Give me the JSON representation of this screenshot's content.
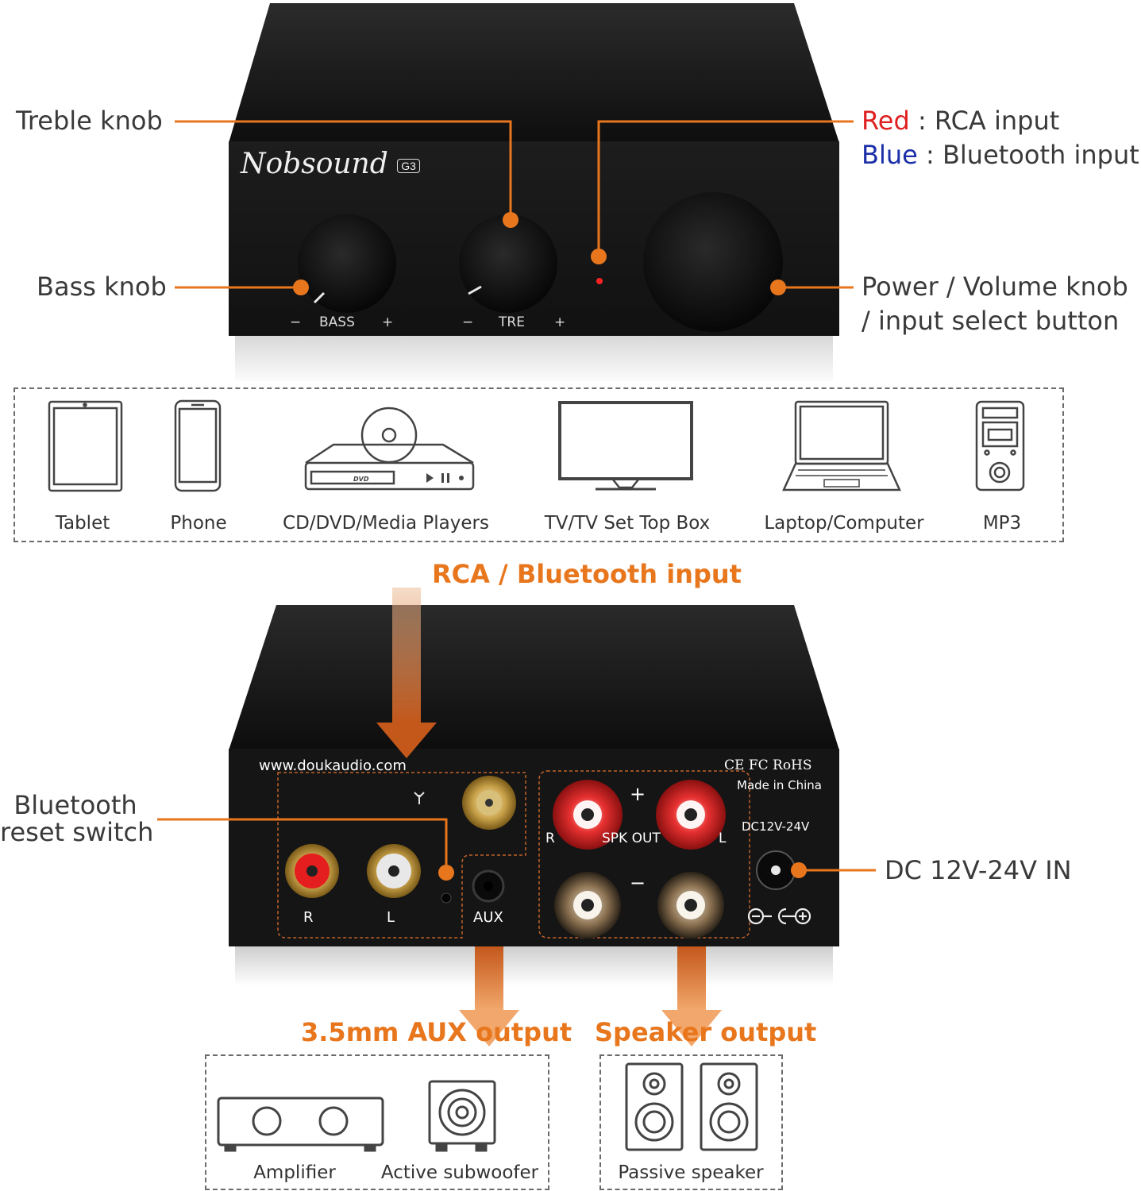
{
  "front_panel": {
    "brand": "Nobsound",
    "model": "G3",
    "bass_scale": {
      "minus": "−",
      "label": "BASS",
      "plus": "+"
    },
    "treble_scale": {
      "minus": "−",
      "label": "TRE",
      "plus": "+"
    }
  },
  "callouts": {
    "treble_knob": "Treble knob",
    "bass_knob": "Bass knob",
    "red_word": "Red",
    "red_rest": " : RCA input",
    "blue_word": "Blue",
    "blue_rest": " : Bluetooth input",
    "power_line1": "Power / Volume knob",
    "power_line2": "/ input select button",
    "bt_reset_line1": "Bluetooth",
    "bt_reset_line2": "reset switch",
    "dc_in": "DC 12V-24V IN"
  },
  "sources": [
    {
      "label": "Tablet",
      "icon": "tablet-icon"
    },
    {
      "label": "Phone",
      "icon": "phone-icon"
    },
    {
      "label": "CD/DVD/Media Players",
      "icon": "dvd-player-icon"
    },
    {
      "label": "TV/TV Set Top Box",
      "icon": "tv-icon"
    },
    {
      "label": "Laptop/Computer",
      "icon": "laptop-icon"
    },
    {
      "label": "MP3",
      "icon": "mp3-player-icon"
    }
  ],
  "dvd_text": "DVD",
  "input_title": "RCA / Bluetooth input",
  "rear_panel": {
    "website": "www.doukaudio.com",
    "certs": "CE FC RoHS",
    "made_in": "Made in China",
    "dc_label": "DC12V-24V",
    "rca_r": "R",
    "rca_l": "L",
    "aux": "AUX",
    "spk_r": "R",
    "spk_out": "SPK OUT",
    "spk_l": "L",
    "plus": "+",
    "minus": "−"
  },
  "aux_output_title": "3.5mm AUX output",
  "speaker_output_title": "Speaker output",
  "aux_devices": [
    {
      "label": "Amplifier",
      "icon": "amplifier-icon"
    },
    {
      "label": "Active subwoofer",
      "icon": "subwoofer-icon"
    }
  ],
  "speaker_devices": [
    {
      "label": "Passive speaker",
      "icon": "passive-speaker-icon"
    }
  ],
  "colors": {
    "accent_orange": "#e8761d",
    "red_label": "#e02020",
    "blue_label": "#1a2ea8",
    "unit_body": "#151515",
    "text_gray": "#3a3a3a"
  }
}
